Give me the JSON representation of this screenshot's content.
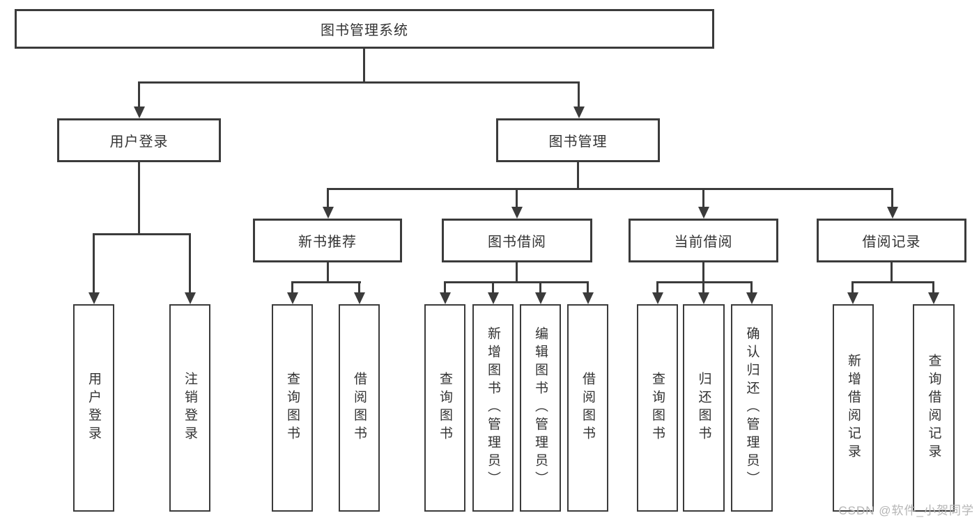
{
  "tree": {
    "label": "图书管理系统",
    "children": [
      {
        "label": "用户登录",
        "children": [
          {
            "label": "用户登录"
          },
          {
            "label": "注销登录"
          }
        ]
      },
      {
        "label": "图书管理",
        "children": [
          {
            "label": "新书推荐",
            "children": [
              {
                "label": "查询图书"
              },
              {
                "label": "借阅图书"
              }
            ]
          },
          {
            "label": "图书借阅",
            "children": [
              {
                "label": "查询图书"
              },
              {
                "label": "新增图书（管理员）"
              },
              {
                "label": "编辑图书（管理员）"
              },
              {
                "label": "借阅图书"
              }
            ]
          },
          {
            "label": "当前借阅",
            "children": [
              {
                "label": "查询图书"
              },
              {
                "label": "归还图书"
              },
              {
                "label": "确认归还（管理员）"
              }
            ]
          },
          {
            "label": "借阅记录",
            "children": [
              {
                "label": "新增借阅记录"
              },
              {
                "label": "查询借阅记录"
              }
            ]
          }
        ]
      }
    ]
  },
  "watermark": {
    "text": "CSDN @软件_小贺同学"
  },
  "colors": {
    "line": "#3b3b3b",
    "text": "#333333",
    "background": "#ffffff",
    "watermark": "#b5b5b5"
  }
}
